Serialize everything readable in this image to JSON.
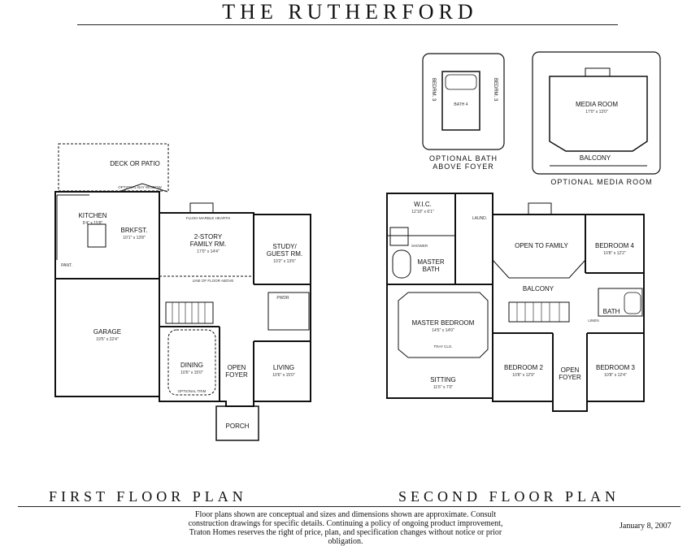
{
  "title": "THE RUTHERFORD",
  "first_floor_label": "FIRST FLOOR PLAN",
  "second_floor_label": "SECOND FLOOR PLAN",
  "optional_bath_caption": [
    "OPTIONAL BATH",
    "ABOVE FOYER"
  ],
  "optional_media_caption": "OPTIONAL MEDIA ROOM",
  "footer_note": "Floor plans shown are conceptual and sizes and dimensions shown are approximate. Consult construction drawings for specific details. Continuing a policy of ongoing product improvement, Traton Homes reserves the right of price, plan, and specification changes without notice or prior obligation.",
  "date": "January 8, 2007",
  "first_floor": {
    "deck": "DECK OR PATIO",
    "bay_window": "OPTIONAL BAY WINDOW",
    "kitchen": {
      "name": "KITCHEN",
      "dim": "9'4\" x 15'8\""
    },
    "brkfst": {
      "name": "BRKFST.",
      "dim": "10'1\" x 13'8\""
    },
    "family": {
      "name": [
        "2-STORY",
        "FAMILY RM."
      ],
      "dim": "17'0\" x 14'4\""
    },
    "fireplace": "FLUSH MARBLE HEARTH",
    "study": {
      "name": [
        "STUDY/",
        "GUEST RM."
      ],
      "dim": "10'2\" x 13'6\""
    },
    "garage": {
      "name": "GARAGE",
      "dim": "19'5\" x 22'4\""
    },
    "dining": {
      "name": "DINING",
      "dim": "10'6\" x 15'0\""
    },
    "foyer": {
      "name": [
        "OPEN",
        "FOYER"
      ]
    },
    "living": {
      "name": "LIVING",
      "dim": "10'6\" x 15'0\""
    },
    "porch": "PORCH",
    "pwdr": "PWDR",
    "pant": "PANT.",
    "floor_line": "LINE OF FLOOR ABOVE",
    "trim": "OPTIONAL TRIM"
  },
  "second_floor": {
    "wic": {
      "name": "W.I.C.",
      "dim": "12'10\" x 6'1\""
    },
    "laund": "LAUND.",
    "master_bath": [
      "MASTER",
      "BATH"
    ],
    "master_bedroom": {
      "name": "MASTER BEDROOM",
      "dim": "14'5\" x 14'0\""
    },
    "sitting": {
      "name": "SITTING",
      "dim": "11'6\" x 7'0\""
    },
    "open_to_family": "OPEN TO FAMILY",
    "balcony": "BALCONY",
    "bedroom4": {
      "name": "BEDROOM 4",
      "dim": "10'8\" x 12'2\""
    },
    "bath": "BATH",
    "bedroom2": {
      "name": "BEDROOM 2",
      "dim": "10'8\" x 12'9\""
    },
    "foyer": [
      "OPEN",
      "FOYER"
    ],
    "bedroom3": {
      "name": "BEDROOM 3",
      "dim": "10'8\" x 12'4\""
    },
    "linen": "LINEN",
    "shower": "SHOWER",
    "tray": "TRAY CLG."
  },
  "optional_bath": {
    "bath": "BATH 4",
    "bedrm3": "BEDRM. 3",
    "bedrm3b": "BEDRM. 3"
  },
  "optional_media": {
    "media": {
      "name": "MEDIA ROOM",
      "dim": "17'0\" x 13'0\""
    },
    "balcony": "BALCONY"
  }
}
